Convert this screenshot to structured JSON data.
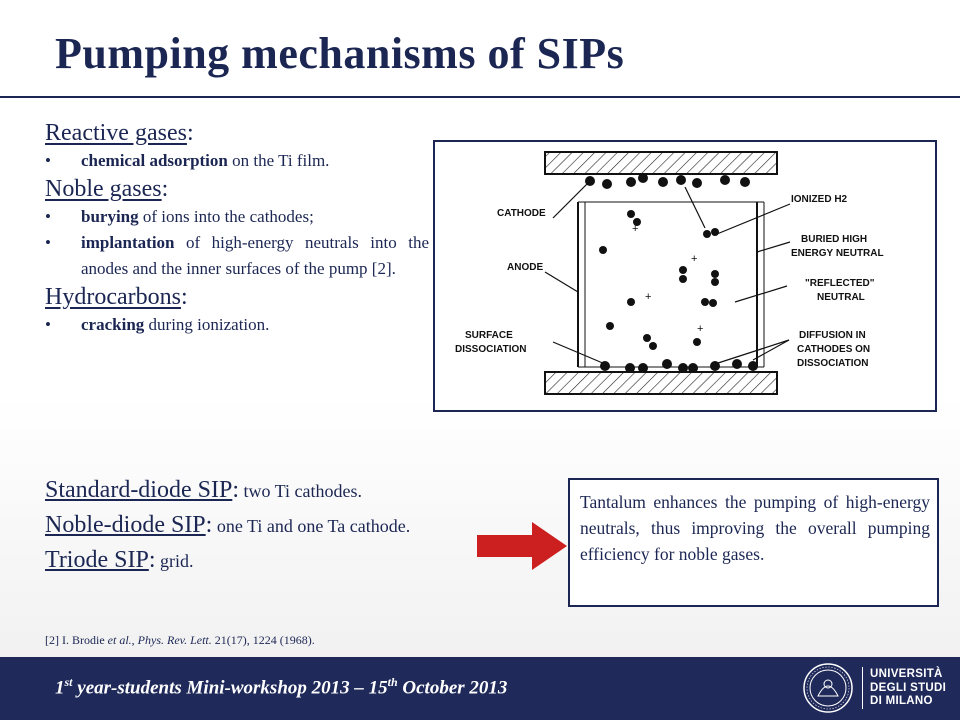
{
  "title": "Pumping mechanisms of SIPs",
  "sections": [
    {
      "heading": "Reactive gases",
      "items": [
        {
          "bold": "chemical adsorption",
          "rest": " on the Ti film."
        }
      ]
    },
    {
      "heading": "Noble gases",
      "items": [
        {
          "bold": "burying",
          "rest": " of ions into the cathodes;"
        },
        {
          "bold": "implantation",
          "rest": " of high-energy neutrals into the anodes and the inner surfaces of the pump [2]."
        }
      ]
    },
    {
      "heading": "Hydrocarbons",
      "items": [
        {
          "bold": "cracking",
          "rest": " during ionization."
        }
      ]
    }
  ],
  "sip_types": [
    {
      "name": "Standard-diode SIP",
      "desc": " two Ti cathodes."
    },
    {
      "name": "Noble-diode SIP",
      "desc": " one Ti and one Ta cathode."
    },
    {
      "name": "Triode SIP",
      "desc": " grid."
    }
  ],
  "reference": {
    "prefix": "[2] I. Brodie ",
    "etal": "et al.",
    "sep": ", ",
    "journal": "Phys. Rev. Lett.",
    "rest": " 21(17), 1224 (1968)."
  },
  "note": "Tantalum enhances the pumping of high-energy neutrals, thus improving the overall pumping efficiency for noble gases.",
  "figure_labels": {
    "cathode": "CATHODE",
    "anode": "ANODE",
    "surface1": "SURFACE",
    "surface2": "DISSOCIATION",
    "ionized": "IONIZED H2",
    "buried1": "BURIED HIGH",
    "buried2": "ENERGY NEUTRAL",
    "reflected1": "\"REFLECTED\"",
    "reflected2": "NEUTRAL",
    "diffusion1": "DIFFUSION IN",
    "diffusion2": "CATHODES ON",
    "diffusion3": "DISSOCIATION"
  },
  "footer": {
    "ord": "1",
    "ord_sup": "st",
    "mid": " year-students Mini-workshop 2013 – 15",
    "day_sup": "th",
    "end": " October 2013"
  },
  "logo": {
    "line1": "UNIVERSITÀ",
    "line2": "DEGLI STUDI",
    "line3": "DI MILANO"
  },
  "colors": {
    "title": "#1b2653",
    "footer_bg": "#1f2a5a",
    "arrow": "#cc1f1f"
  }
}
